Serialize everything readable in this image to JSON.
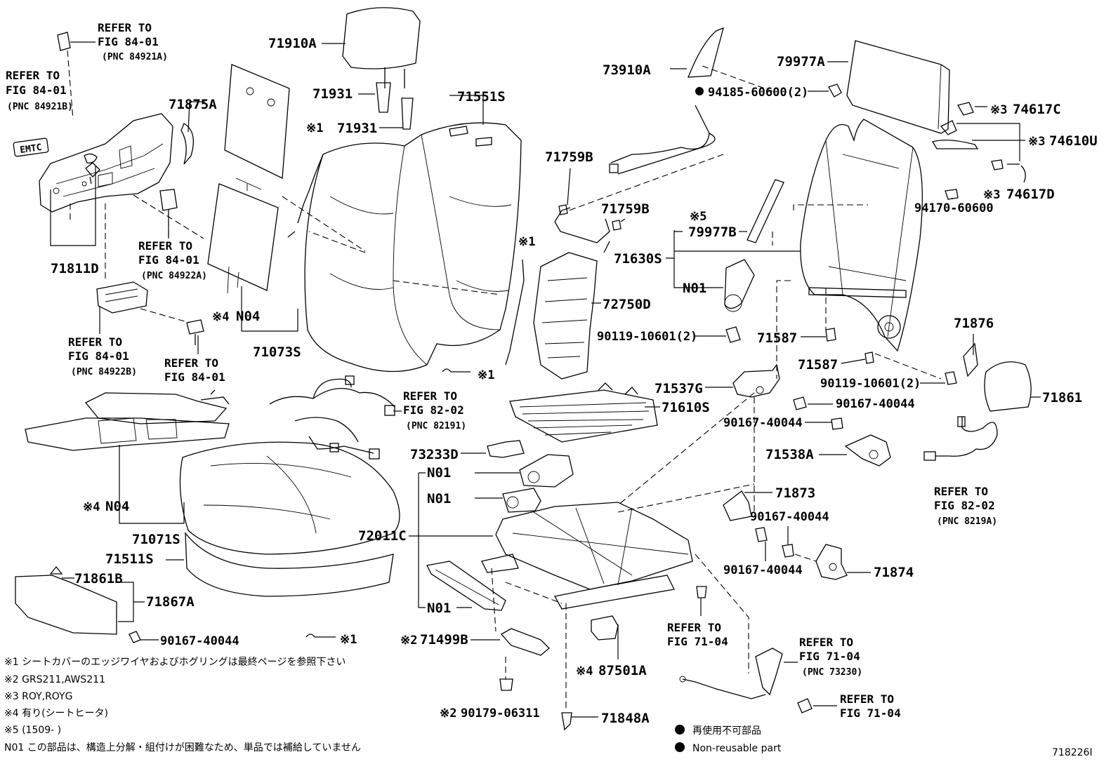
{
  "diagram_id": "718226I",
  "parts": {
    "p71910A": "71910A",
    "p71931a": "71931",
    "p71931b": "71931",
    "p71551S": "71551S",
    "p73910A": "73910A",
    "p79977A": "79977A",
    "p94185": "94185-60600(2)",
    "p74617C": "74617C",
    "p74610U": "74610U",
    "p74617D": "74617D",
    "p94170": "94170-60600",
    "p71875A": "71875A",
    "p71811D": "71811D",
    "p71759Ba": "71759B",
    "p71759Bb": "71759B",
    "p79977B": "79977B",
    "p71630S": "71630S",
    "pN01a": "N01",
    "p72750D": "72750D",
    "p90119a": "90119-10601(2)",
    "p71587a": "71587",
    "p71587b": "71587",
    "p90119b": "90119-10601(2)",
    "p71876": "71876",
    "p71861": "71861",
    "pN04a": "N04",
    "p71073S": "71073S",
    "p71537G": "71537G",
    "p90167a": "90167-40044",
    "p71610S": "71610S",
    "p90167b": "90167-40044",
    "p71538A": "71538A",
    "p73233D": "73233D",
    "pN01b": "N01",
    "pN01c": "N01",
    "p72011C": "72011C",
    "pN04b": "N04",
    "p71071S": "71071S",
    "p71511S": "71511S",
    "p71873": "71873",
    "p90167c": "90167-40044",
    "p90167d": "90167-40044",
    "p71874": "71874",
    "p71861B": "71861B",
    "p71867A": "71867A",
    "p90167e": "90167-40044",
    "pN01d": "N01",
    "p71499B": "71499B",
    "p87501A": "87501A",
    "p90179": "90179-06311",
    "p71848A": "71848A"
  },
  "marks": {
    "m1": "※1",
    "m2": "※2",
    "m3": "※3",
    "m4": "※4",
    "m5": "※5"
  },
  "refs": {
    "refer_to": "REFER TO",
    "fig_84_01": "FIG 84-01",
    "fig_82_02": "FIG 82-02",
    "fig_71_04": "FIG 71-04",
    "pnc_84921A": "(PNC 84921A)",
    "pnc_84921B": "(PNC 84921B)",
    "pnc_84922A": "(PNC 84922A)",
    "pnc_84922B": "(PNC 84922B)",
    "pnc_82191": "(PNC 82191)",
    "pnc_8219A": "(PNC 8219A)",
    "pnc_73230": "(PNC 73230)"
  },
  "notes": [
    "※1 シートカバーのエッジワイヤおよびホグリングは最終ページを参照下さい",
    "※2 GRS211,AWS211",
    "※3 ROY,ROYG",
    "※4 有り(シートヒータ)",
    "※5 (1509-      )",
    "N01   この部品は、構造上分解・組付けが困難なため、単品では補給していません"
  ],
  "legend": {
    "jp": "再使用不可部品",
    "en": "Non-reusable part"
  },
  "logo_text": "EMTC"
}
